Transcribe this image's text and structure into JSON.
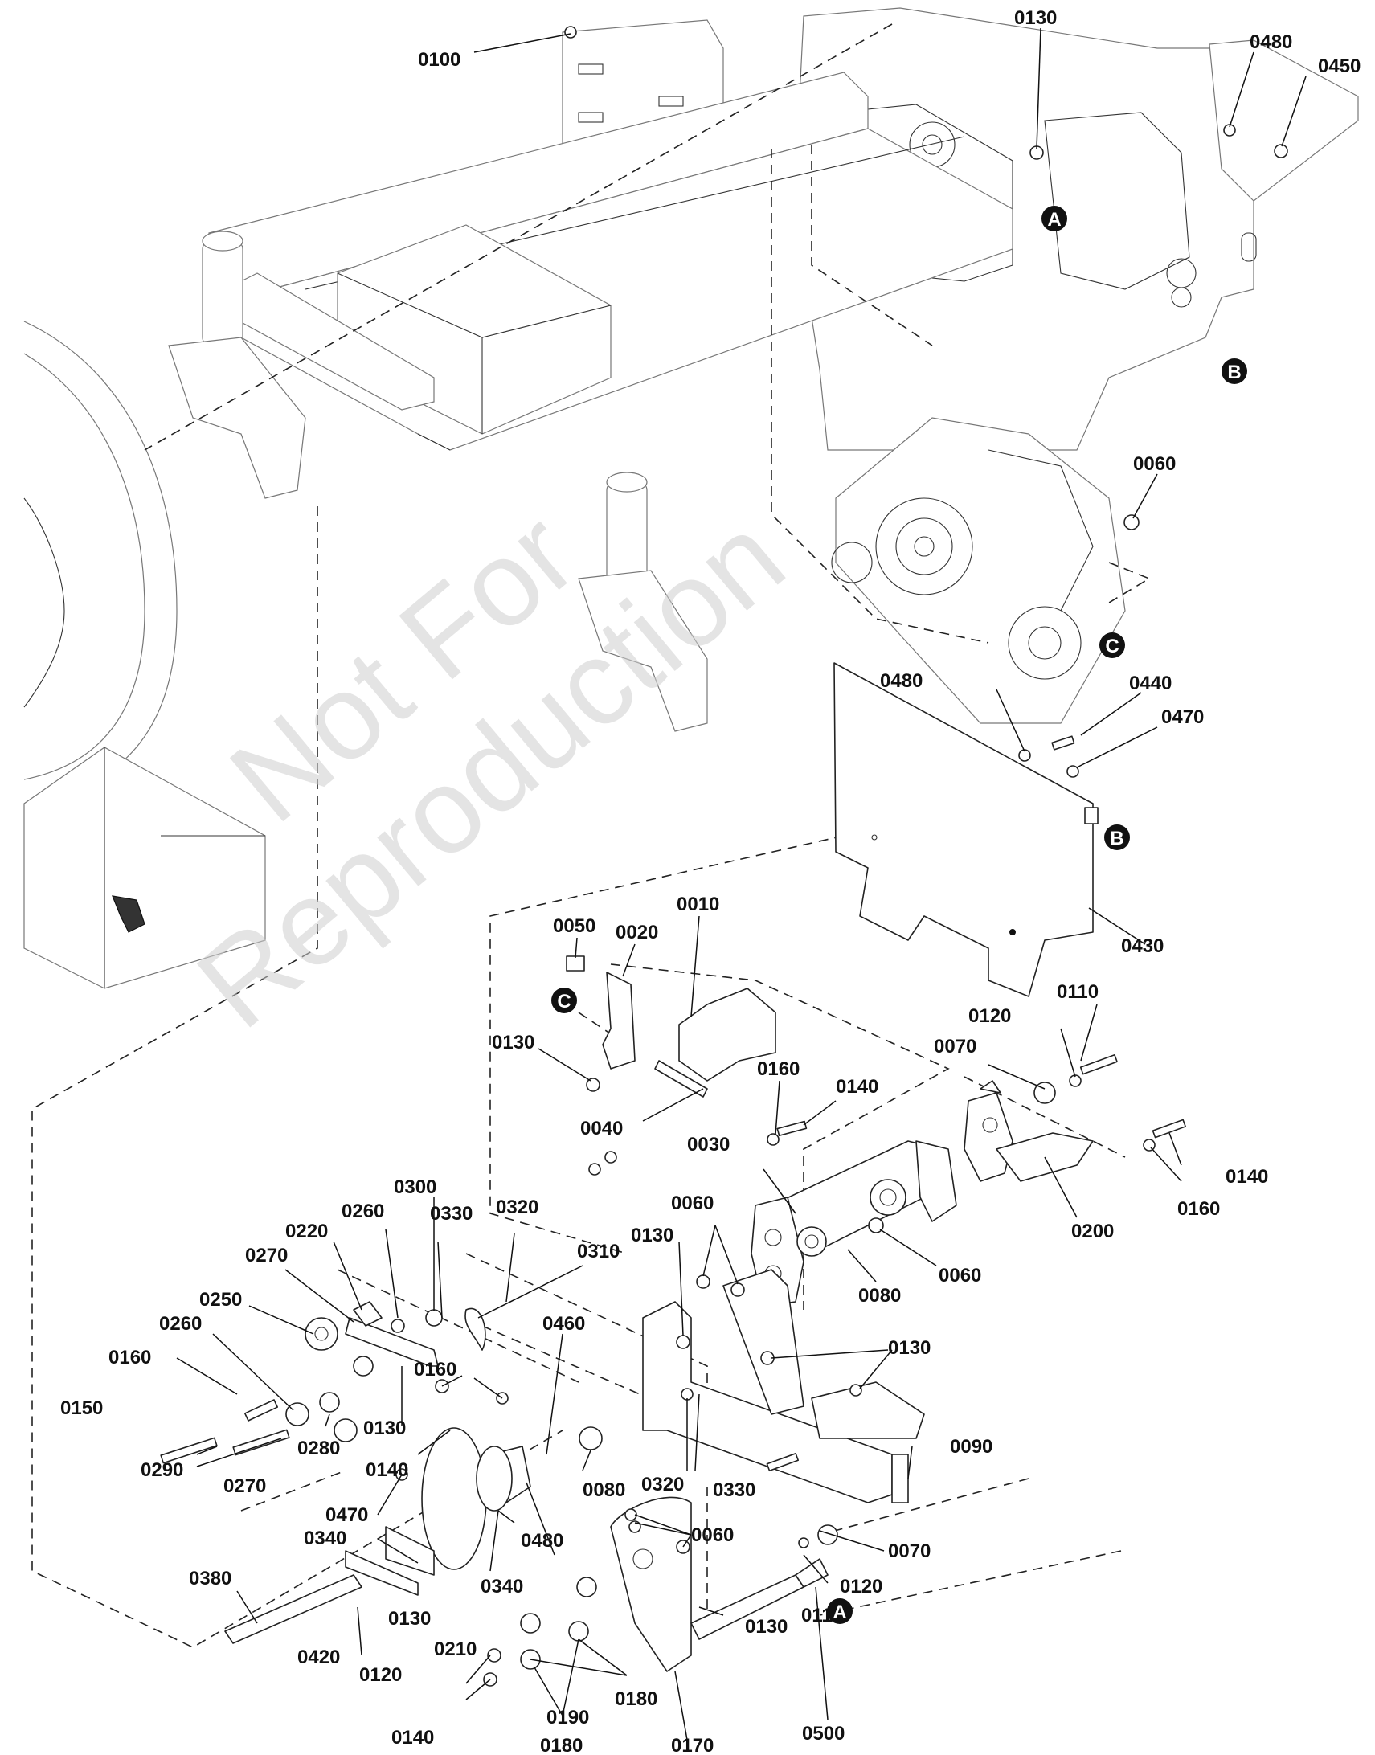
{
  "diagram": {
    "watermark": [
      "Not For",
      "Reproduction"
    ],
    "callouts": [
      {
        "id": "c-0100-top",
        "text": "0100"
      },
      {
        "id": "c-0130-top",
        "text": "0130"
      },
      {
        "id": "c-0480-top",
        "text": "0480"
      },
      {
        "id": "c-0450",
        "text": "0450"
      },
      {
        "id": "c-0060-top",
        "text": "0060"
      },
      {
        "id": "c-0480-mid",
        "text": "0480"
      },
      {
        "id": "c-0440",
        "text": "0440"
      },
      {
        "id": "c-0470-mid",
        "text": "0470"
      },
      {
        "id": "c-0430",
        "text": "0430"
      },
      {
        "id": "c-0050",
        "text": "0050"
      },
      {
        "id": "c-0020",
        "text": "0020"
      },
      {
        "id": "c-0010",
        "text": "0010"
      },
      {
        "id": "c-0130-a",
        "text": "0130"
      },
      {
        "id": "c-0040",
        "text": "0040"
      },
      {
        "id": "c-0110-top",
        "text": "0110"
      },
      {
        "id": "c-0120-top",
        "text": "0120"
      },
      {
        "id": "c-0070-top",
        "text": "0070"
      },
      {
        "id": "c-0160-a",
        "text": "0160"
      },
      {
        "id": "c-0140-a",
        "text": "0140"
      },
      {
        "id": "c-0140-b",
        "text": "0140"
      },
      {
        "id": "c-0160-b",
        "text": "0160"
      },
      {
        "id": "c-0200",
        "text": "0200"
      },
      {
        "id": "c-0030",
        "text": "0030"
      },
      {
        "id": "c-0060-b",
        "text": "0060"
      },
      {
        "id": "c-0080-a",
        "text": "0080"
      },
      {
        "id": "c-0300",
        "text": "0300"
      },
      {
        "id": "c-0260-a",
        "text": "0260"
      },
      {
        "id": "c-0330-a",
        "text": "0330"
      },
      {
        "id": "c-0320-a",
        "text": "0320"
      },
      {
        "id": "c-0220",
        "text": "0220"
      },
      {
        "id": "c-0310",
        "text": "0310"
      },
      {
        "id": "c-0130-b",
        "text": "0130"
      },
      {
        "id": "c-0060-c",
        "text": "0060"
      },
      {
        "id": "c-0270-a",
        "text": "0270"
      },
      {
        "id": "c-0250",
        "text": "0250"
      },
      {
        "id": "c-0260-b",
        "text": "0260"
      },
      {
        "id": "c-0130-c",
        "text": "0130"
      },
      {
        "id": "c-0160-c",
        "text": "0160"
      },
      {
        "id": "c-0160-d",
        "text": "0160"
      },
      {
        "id": "c-0150",
        "text": "0150"
      },
      {
        "id": "c-0130-d",
        "text": "0130"
      },
      {
        "id": "c-0280",
        "text": "0280"
      },
      {
        "id": "c-0290",
        "text": "0290"
      },
      {
        "id": "c-0270-b",
        "text": "0270"
      },
      {
        "id": "c-0140-c",
        "text": "0140"
      },
      {
        "id": "c-0460",
        "text": "0460"
      },
      {
        "id": "c-0320-b",
        "text": "0320"
      },
      {
        "id": "c-0330-b",
        "text": "0330"
      },
      {
        "id": "c-0090",
        "text": "0090"
      },
      {
        "id": "c-0080-b",
        "text": "0080"
      },
      {
        "id": "c-0470-b",
        "text": "0470"
      },
      {
        "id": "c-0340-a",
        "text": "0340"
      },
      {
        "id": "c-0480-b",
        "text": "0480"
      },
      {
        "id": "c-0340-b",
        "text": "0340"
      },
      {
        "id": "c-0060-d",
        "text": "0060"
      },
      {
        "id": "c-0070-b",
        "text": "0070"
      },
      {
        "id": "c-0120-b",
        "text": "0120"
      },
      {
        "id": "c-0110-b",
        "text": "0110"
      },
      {
        "id": "c-0380",
        "text": "0380"
      },
      {
        "id": "c-0130-e",
        "text": "0130"
      },
      {
        "id": "c-0210",
        "text": "0210"
      },
      {
        "id": "c-0130-f",
        "text": "0130"
      },
      {
        "id": "c-0420",
        "text": "0420"
      },
      {
        "id": "c-0120-c",
        "text": "0120"
      },
      {
        "id": "c-0180-a",
        "text": "0180"
      },
      {
        "id": "c-0190",
        "text": "0190"
      },
      {
        "id": "c-0140-d",
        "text": "0140"
      },
      {
        "id": "c-0180-b",
        "text": "0180"
      },
      {
        "id": "c-0170",
        "text": "0170"
      },
      {
        "id": "c-0500",
        "text": "0500"
      }
    ],
    "markers": [
      {
        "id": "m-a-top",
        "text": "A"
      },
      {
        "id": "m-b-top",
        "text": "B"
      },
      {
        "id": "m-c-top",
        "text": "C"
      },
      {
        "id": "m-b-mid",
        "text": "B"
      },
      {
        "id": "m-c-mid",
        "text": "C"
      },
      {
        "id": "m-a-bot",
        "text": "A"
      }
    ]
  }
}
